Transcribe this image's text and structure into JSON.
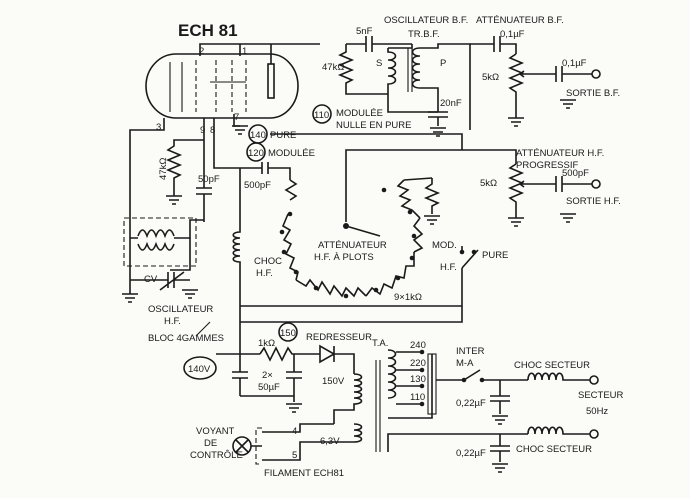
{
  "tube": {
    "name": "ECH 81",
    "pins": [
      "2",
      "1",
      "3",
      "9",
      "8",
      "7"
    ]
  },
  "labels": {
    "osc_bf": "OSCILLATEUR B.F.",
    "att_bf": "ATTÉNUATEUR B.F.",
    "trbf": "TR.B.F.",
    "s": "S",
    "p": "P",
    "c5nf": "5nF",
    "r47k_top": "47kΩ",
    "c01_top": "0,1µF",
    "r5k_top": "5kΩ",
    "c01_out": "0,1µF",
    "sortie_bf": "SORTIE B.F.",
    "c20nf": "20nF",
    "m110_num": "110",
    "m110_l1": "MODULÉE",
    "m110_l2": "NULLE EN PURE",
    "m140_num": "140",
    "m140_txt": "PURE",
    "m120_num": "120",
    "m120_txt": "MODULÉE",
    "r47k_left": "47kΩ",
    "c50pf": "50pF",
    "c500pf": "500pF",
    "att_hf_1": "ATTÉNUATEUR H.F.",
    "att_hf_2": "PROGRESSIF",
    "r5k_hf": "5kΩ",
    "c500pf_out": "500pF",
    "sortie_hf": "SORTIE H.F.",
    "choc_hf_1": "CHOC",
    "choc_hf_2": "H.F.",
    "att_plots_1": "ATTÉNUATEUR",
    "att_plots_2": "H.F. À PLOTS",
    "r9x1k": "9×1kΩ",
    "mod": "MOD.",
    "hf": "H.F.",
    "pure": "PURE",
    "cv": "CV",
    "osc_hf_1": "OSCILLATEUR",
    "osc_hf_2": "H.F.",
    "bloc": "BLOC 4GAMMES",
    "r1k": "1kΩ",
    "m150": "150",
    "redresseur": "REDRESSEUR",
    "ta": "T.A.",
    "v140": "140V",
    "c2x50_1": "2×",
    "c2x50_2": "50µF",
    "v150": "150V",
    "t240": "240",
    "t220": "220",
    "t130": "130",
    "t110": "110",
    "inter_1": "INTER",
    "inter_2": "M-A",
    "choc_secteur_1": "CHOC SECTEUR",
    "c022_1": "0,22µF",
    "secteur_1": "SECTEUR",
    "secteur_2": "50Hz",
    "voyant_1": "VOYANT",
    "voyant_2": "DE",
    "voyant_3": "CONTRÔLE",
    "pin4": "4",
    "pin5": "5",
    "v63": "6,3V",
    "filament": "FILAMENT ECH81",
    "c022_2": "0,22µF",
    "choc_secteur_2": "CHOC SECTEUR"
  }
}
